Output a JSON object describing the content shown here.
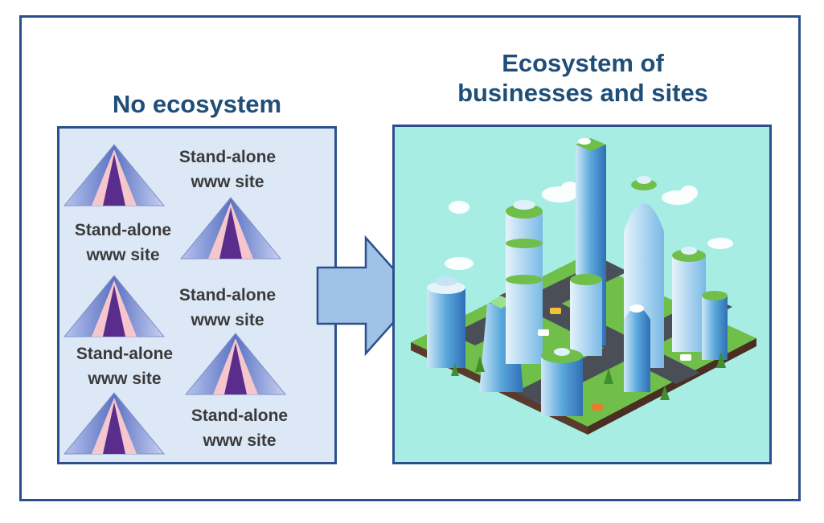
{
  "left_heading": "No ecosystem",
  "right_heading": {
    "line1": "Ecosystem of",
    "line2": "businesses and sites"
  },
  "sites": [
    {
      "line1": "Stand-alone",
      "line2": "www site"
    },
    {
      "line1": "Stand-alone",
      "line2": "www site"
    },
    {
      "line1": "Stand-alone",
      "line2": "www site"
    },
    {
      "line1": "Stand-alone",
      "line2": "www site"
    },
    {
      "line1": "Stand-alone",
      "line2": "www site"
    }
  ],
  "colors": {
    "frame_border": "#2b4e8c",
    "heading": "#1f4e79",
    "left_panel_bg": "#dde8f6",
    "right_panel_bg": "#a8ede3",
    "arrow_fill": "#9ec3e6",
    "tent_outer": "#5a72c2",
    "tent_inner": "#f5c6cc",
    "tent_core": "#5a2c8c"
  },
  "icons": {
    "site_icon": "pyramid-tent-icon",
    "transition_icon": "right-arrow-icon",
    "ecosystem_image": "isometric-smart-city-illustration"
  }
}
